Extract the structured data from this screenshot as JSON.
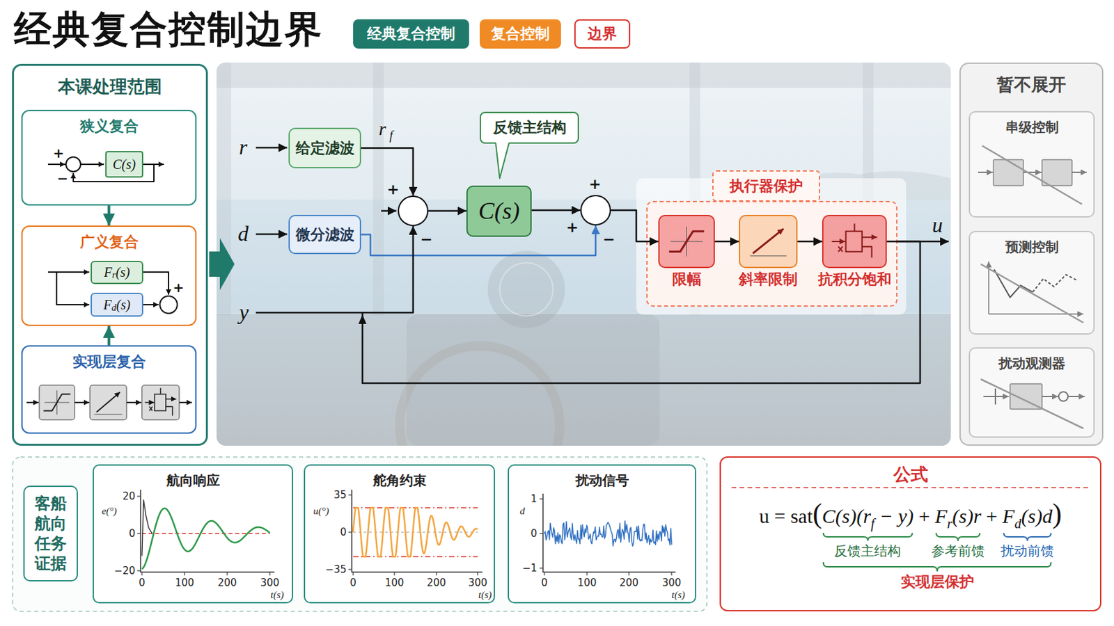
{
  "diagram": {
    "title": "经典复合控制边界",
    "nodes": [
      {
        "text": [
          "经典复合控制"
        ]
      },
      {
        "text": [
          "复合控制"
        ]
      },
      {
        "text": [
          "边界"
        ]
      },
      {
        "text": [
          "本课处理范围"
        ]
      },
      {
        "text": [
          "狭义复合"
        ],
        "in": 3
      },
      {
        "text": [
          "C(s)"
        ],
        "in": 4
      },
      {
        "text": [
          "广义复合"
        ],
        "in": 3
      },
      {
        "text": [
          "F",
          "r",
          "(s)"
        ],
        "in": 6
      },
      {
        "text": [
          "F",
          "d",
          "(s)"
        ],
        "in": 6
      },
      {
        "text": [
          "实现层复合"
        ],
        "in": 3
      },
      {
        "text": [
          "给定滤波"
        ]
      },
      {
        "text": [
          "反馈主结构"
        ]
      },
      {
        "text": [
          "微分滤波"
        ]
      },
      {
        "text": [
          "+",
          "−"
        ]
      },
      {
        "text": [
          "C(s)"
        ]
      },
      {
        "text": [
          "+",
          "+",
          "−"
        ]
      },
      {
        "text": [
          "执行器保护"
        ]
      },
      {
        "text": [
          "限幅"
        ],
        "in": 16
      },
      {
        "text": [
          "斜率限制"
        ],
        "in": 16
      },
      {
        "text": [
          "抗积分饱和"
        ],
        "in": 16
      },
      {
        "text": [
          "暂不展开"
        ]
      },
      {
        "text": [
          "串级控制"
        ],
        "in": 20
      },
      {
        "text": [
          "预测控制"
        ],
        "in": 20
      },
      {
        "text": [
          "扰动观测器"
        ],
        "in": 20
      },
      {
        "text": [
          "客船航向任务证据"
        ]
      },
      {
        "text": [
          "航向响应"
        ]
      },
      {
        "text": [
          "舵角约束"
        ]
      },
      {
        "text": [
          "扰动信号"
        ]
      },
      {
        "text": [
          "公式",
          "u = sat",
          "(",
          "C(s)(r",
          "f",
          " − y)",
          " + ",
          "F",
          "r",
          "(s)r",
          " + ",
          "F",
          "d",
          "(s)d",
          ")",
          "反馈主结构",
          "参考前馈",
          "扰动前馈",
          "实现层保护"
        ]
      }
    ],
    "edges": [
      {
        "from": 4,
        "to": 6,
        "arrow": "to"
      },
      {
        "from": 9,
        "to": 6,
        "arrow": "to"
      },
      {
        "from": 10,
        "to": 13,
        "arrow": "to"
      },
      {
        "from": 12,
        "to": 15,
        "arrow": "to"
      },
      {
        "from": 13,
        "to": 14,
        "arrow": "to"
      },
      {
        "from": 14,
        "to": 15,
        "arrow": "to"
      },
      {
        "from": 15,
        "to": 17,
        "arrow": "to"
      },
      {
        "from": 17,
        "to": 18,
        "arrow": "to"
      },
      {
        "from": 18,
        "to": 19,
        "arrow": "to"
      },
      {
        "from": 19,
        "to": 13,
        "arrow": "to"
      }
    ],
    "labels": [
      "r",
      "r",
      "f",
      "d",
      "y",
      "u",
      "+",
      "−",
      "+",
      "20",
      "0",
      "−20",
      "0",
      "100",
      "200",
      "300",
      "t(s)",
      "e(°)",
      "35",
      "0",
      "−35",
      "0",
      "100",
      "200",
      "300",
      "t(s)",
      "u(°)",
      "1",
      "0",
      "−1",
      "0",
      "100",
      "200",
      "300",
      "t(s)",
      "d"
    ]
  }
}
